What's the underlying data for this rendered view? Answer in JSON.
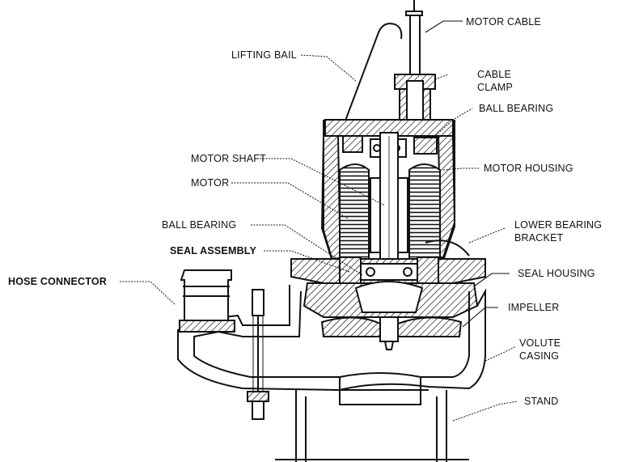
{
  "labels": {
    "motor_cable": "MOTOR CABLE",
    "lifting_bail": "LIFTING BAIL",
    "cable_clamp_1": "CABLE",
    "cable_clamp_2": "CLAMP",
    "ball_bearing_top": "BALL BEARING",
    "motor_shaft": "MOTOR SHAFT",
    "motor_housing": "MOTOR HOUSING",
    "motor": "MOTOR",
    "lower_bearing_1": "LOWER BEARING",
    "lower_bearing_2": "BRACKET",
    "ball_bearing_lower": "BALL BEARING",
    "seal_assembly": "SEAL ASSEMBLY",
    "seal_housing": "SEAL HOUSING",
    "hose_connector": "HOSE CONNECTOR",
    "impeller": "IMPELLER",
    "volute_1": "VOLUTE",
    "volute_2": "CASING",
    "stand": "STAND"
  }
}
